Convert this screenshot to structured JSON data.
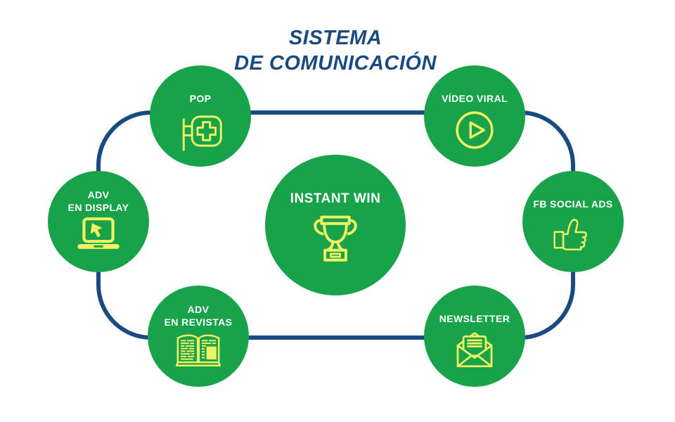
{
  "title": {
    "line1": "SISTEMA",
    "line2": "DE COMUNICACIÓN"
  },
  "colors": {
    "circle_green": "#18a34b",
    "icon_yellow": "#f0f163",
    "connector_navy": "#1a4a82",
    "title_navy": "#1a4a82",
    "label_white": "#ffffff"
  },
  "center_node": {
    "label": "INSTANT WIN",
    "icon": "trophy-icon"
  },
  "nodes": [
    {
      "id": "pop",
      "lines": [
        "POP"
      ],
      "icon": "pharmacy-sign-icon"
    },
    {
      "id": "video-viral",
      "lines": [
        "VÍDEO VIRAL"
      ],
      "icon": "play-icon"
    },
    {
      "id": "adv-en-display",
      "lines": [
        "ADV",
        "EN DISPLAY"
      ],
      "icon": "laptop-cursor-icon"
    },
    {
      "id": "fb-social-ads",
      "lines": [
        "FB SOCIAL ADS"
      ],
      "icon": "thumbs-up-icon"
    },
    {
      "id": "adv-en-revistas",
      "lines": [
        "ADV",
        "EN REVISTAS"
      ],
      "icon": "magazine-icon"
    },
    {
      "id": "newsletter",
      "lines": [
        "NEWSLETTER"
      ],
      "icon": "envelope-icon"
    }
  ]
}
